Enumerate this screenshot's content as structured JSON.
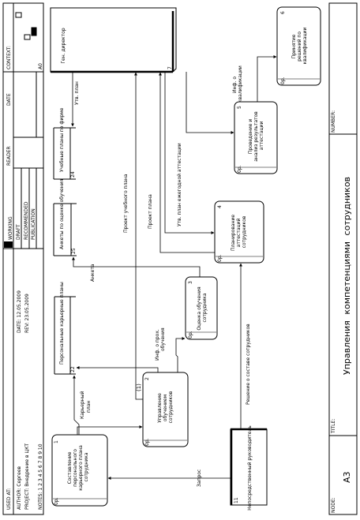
{
  "header": {
    "used_at": "USED AT:",
    "author": "AUTHOR: Сергеев",
    "project": "PROJECT: Внедрение в ЦКТ",
    "notes": "NOTES: 1 2 3 4 5 6 7 8 9 10",
    "date": "DATE: 12.05.2009",
    "rev": "REV: 23.05.2009",
    "status_working": "WORKING",
    "status_draft": "DRAFT",
    "status_recommended": "RECOMMENDED",
    "status_publication": "PUBLICATION",
    "reader": "READER",
    "reader_date": "DATE",
    "context": "CONTEXT:",
    "page_id": "A0"
  },
  "footer": {
    "node_label": "NODE:",
    "node_value": "A3",
    "title_label": "TITLE:",
    "title_value": "Управления компетенциями сотрудников",
    "number_label": "NUMBER:"
  },
  "functions": [
    {
      "label": "Составление персонального карьерного плана сотрудника",
      "num": "1",
      "cost": "0р."
    },
    {
      "label": "Управление обучением сотрудников",
      "num": "2",
      "cost": "0р."
    },
    {
      "label": "Оценка обучения сотрудника",
      "num": "3",
      "cost": "0р."
    },
    {
      "label": "Планирование аттестаций сотрудников",
      "num": "4",
      "cost": "0р."
    },
    {
      "label": "Проведение и анализ результатов аттестации",
      "num": "5",
      "cost": "0р."
    },
    {
      "label": "Принятие решений по квалификации",
      "num": "6",
      "cost": "0р."
    }
  ],
  "externals": [
    {
      "label": "Ген. директор",
      "num": "7"
    },
    {
      "label": "Непосредственный руководитель",
      "num": "11"
    }
  ],
  "stores": [
    {
      "label": "Учебные планы по фирме",
      "num": "24"
    },
    {
      "label": "Анкеты по оценке обучения",
      "num": "25"
    },
    {
      "label": "Персональные карьерные планы",
      "num": "22"
    }
  ],
  "flows": {
    "zapros": "Запрос",
    "karerny_plan": "Карьерный план",
    "inf_o_prokh": "Инф. о прох. обучения",
    "anketa": "Анкета",
    "proekt_uchebnogo": "Проект учебного плана",
    "proekt_plana": "Проект плана",
    "utv_plan_att": "Утв. план ежегодной аттестации",
    "utv_plan": "Утв. план",
    "inf_kval": "Инф. о квалификации",
    "reshenie": "Решение о составе сотрудников"
  },
  "marker": "(1)"
}
